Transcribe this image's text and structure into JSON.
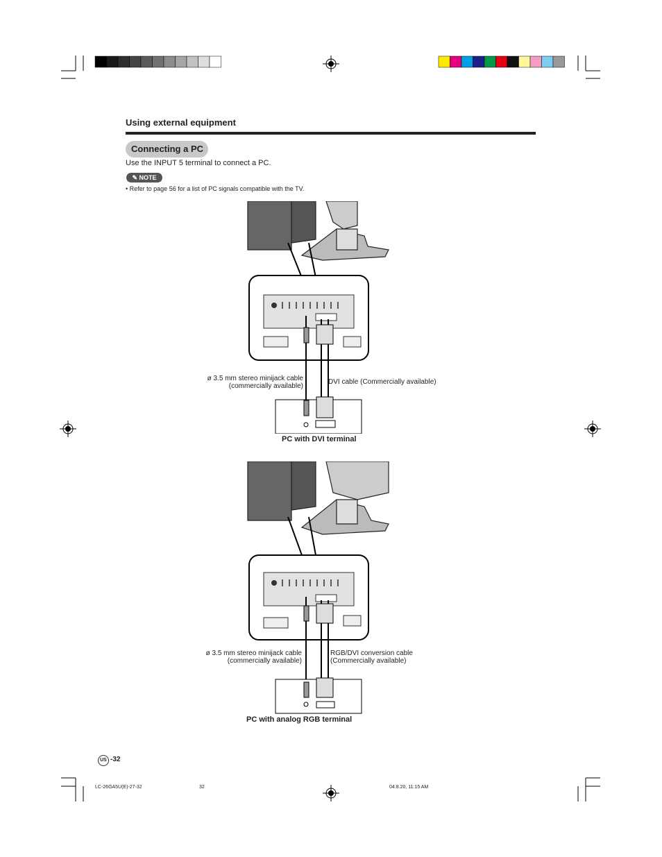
{
  "header": {
    "section_title": "Using external equipment",
    "subsection_title": "Connecting a PC"
  },
  "body": {
    "intro": "Use the INPUT 5 terminal to connect a PC."
  },
  "note": {
    "badge": "NOTE",
    "items": [
      "• Refer to page 56 for a list of PC signals compatible with the TV."
    ]
  },
  "figure1": {
    "cable_left_line1": "ø 3.5 mm stereo minijack cable",
    "cable_left_line2": "(commercially available)",
    "cable_right": "DVI cable (Commercially available)",
    "title": "PC with DVI terminal"
  },
  "figure2": {
    "cable_left_line1": "ø 3.5 mm stereo minijack cable",
    "cable_left_line2": "(commercially available)",
    "cable_right_line1": "RGB/DVI conversion cable",
    "cable_right_line2": "(Commercially available)",
    "title": "PC with analog RGB terminal"
  },
  "page": {
    "region_badge": "US",
    "number": "-32"
  },
  "footer": {
    "left": "LC-26GA5U(E)-27-32",
    "center": "32",
    "right": "04.8.20, 11:15 AM"
  },
  "colors": {
    "gray_bar": [
      "#000000",
      "#1a1a1a",
      "#2f2f2f",
      "#454545",
      "#5b5b5b",
      "#727272",
      "#8c8c8c",
      "#a6a6a6",
      "#c2c2c2",
      "#dedede",
      "#ffffff"
    ],
    "color_bar": [
      "#ffea00",
      "#e4007f",
      "#00a0e9",
      "#1d2088",
      "#009944",
      "#e60012",
      "#111111",
      "#fff799",
      "#f19ec2",
      "#7ecef4",
      "#999999"
    ]
  }
}
